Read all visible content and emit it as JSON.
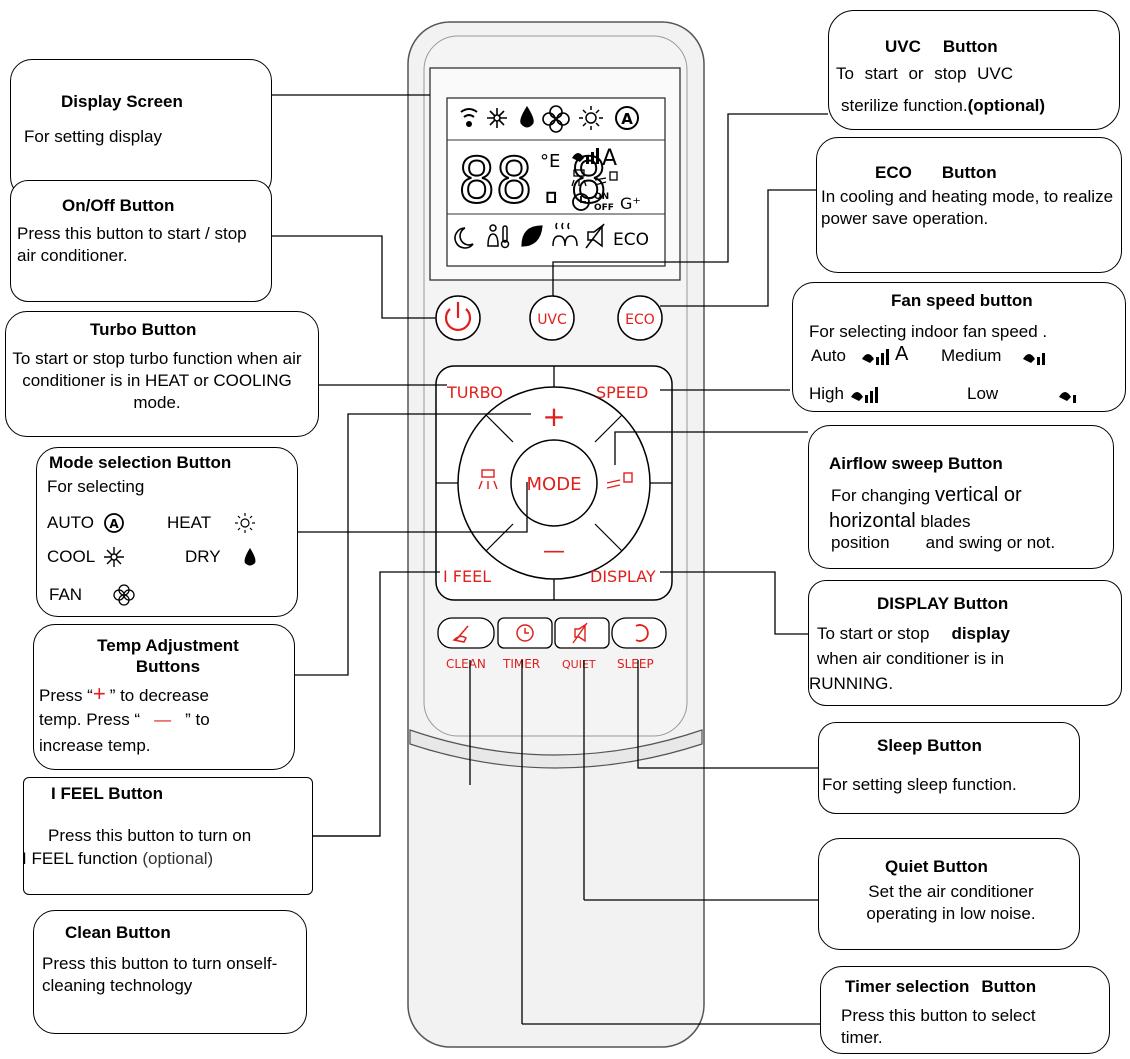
{
  "remote": {
    "display_text": {
      "digits": "88.8",
      "degree": "°E",
      "fan": "A",
      "on": "ON",
      "off": "OFF",
      "g": "G⁺",
      "eco": "ECO"
    },
    "buttons": {
      "uvc": "UVC",
      "eco": "ECO",
      "turbo": "TURBO",
      "speed": "SPEED",
      "mode": "MODE",
      "plus": "+",
      "minus": "—",
      "ifeel": "I FEEL",
      "display": "DISPLAY",
      "clean": "CLEAN",
      "timer": "TIMER",
      "quiet": "QUIET",
      "sleep": "SLEEP"
    }
  },
  "callouts": {
    "display_screen": {
      "title": "Display Screen",
      "body": "For setting display"
    },
    "onoff": {
      "title": "On/Off Button",
      "body": "Press this button to start / stop air conditioner."
    },
    "turbo": {
      "title": "Turbo Button",
      "body": "To start or stop turbo function when air conditioner is in HEAT or COOLING mode."
    },
    "mode": {
      "title": "Mode selection Button",
      "body": "For selecting",
      "auto": "AUTO",
      "heat": "HEAT",
      "cool": "COOL",
      "dry": "DRY",
      "fan": "FAN"
    },
    "temp": {
      "title": "Temp Adjustment Buttons",
      "l1a": "Press “",
      "l1b": "+",
      "l1c": "” to decrease",
      "l2a": "temp. Press “",
      "l2b": "—",
      "l2c": "” to",
      "l3": "increase temp."
    },
    "ifeel": {
      "title": "I FEEL Button",
      "body1": "Press this button to turn on",
      "body2": "I FEEL function",
      "body3": "(optional)"
    },
    "clean": {
      "title": "Clean Button",
      "body": "Press this button to turn onself-cleaning technology"
    },
    "uvc": {
      "title1": "UVC",
      "title2": "Button",
      "body1": "To start or stop UVC",
      "body2": "sterilize function.",
      "body3": "(optional)"
    },
    "eco": {
      "title1": "ECO",
      "title2": "Button",
      "body": "In cooling and heating mode, to realize power save operation."
    },
    "speed": {
      "title": "Fan speed button",
      "body": "For selecting indoor fan speed .",
      "auto": "Auto",
      "auto_a": "A",
      "medium": "Medium",
      "high": "High",
      "low": "Low"
    },
    "airflow": {
      "title": "Airflow sweep Button",
      "body1": "For changing",
      "body2": "vertical or",
      "body3": "horizontal",
      "body4": "blades",
      "body5": "position",
      "body6": "and swing or not."
    },
    "display_btn": {
      "title": "DISPLAY Button",
      "body1": "To start or stop",
      "body2": "display",
      "body3": "when air conditioner is in",
      "body4": "RUNNING."
    },
    "sleep": {
      "title": "Sleep Button",
      "body": "For setting sleep function."
    },
    "quiet": {
      "title": "Quiet Button",
      "body": "Set the air conditioner operating in low noise."
    },
    "timer": {
      "title1": "Timer selection",
      "title2": "Button",
      "body": "Press this button to select timer."
    }
  },
  "colors": {
    "red": "#e0201c",
    "body": "#f2f2f2",
    "line": "#000000",
    "magenta": "#c020c0"
  }
}
